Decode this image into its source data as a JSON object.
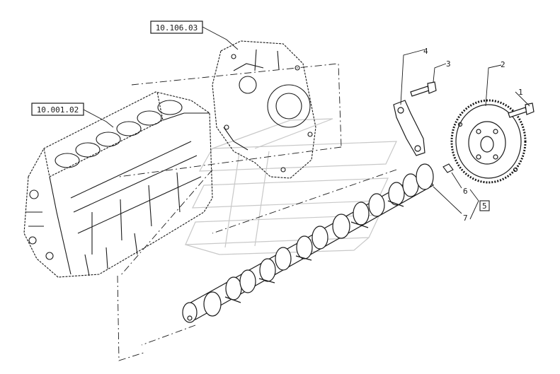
{
  "references": [
    {
      "id": "ref-10-106-03",
      "label": "10.106.03"
    },
    {
      "id": "ref-10-001-02",
      "label": "10.001.02"
    }
  ],
  "callouts": [
    {
      "id": "1",
      "label": "1"
    },
    {
      "id": "2",
      "label": "2"
    },
    {
      "id": "3",
      "label": "3"
    },
    {
      "id": "4",
      "label": "4"
    },
    {
      "id": "5",
      "label": "5"
    },
    {
      "id": "6",
      "label": "6"
    },
    {
      "id": "7",
      "label": "7"
    }
  ],
  "parts": [
    {
      "id": "camshaft-gear",
      "callout": "2"
    },
    {
      "id": "gear-bolt",
      "callout": "1"
    },
    {
      "id": "thrust-plate-bolt",
      "callout": "3"
    },
    {
      "id": "thrust-plate",
      "callout": "4"
    },
    {
      "id": "dowel-pin",
      "callout": "6"
    },
    {
      "id": "camshaft",
      "callout": "7"
    }
  ],
  "colors": {
    "line": "#1a1a1a",
    "watermark": "#c8c8c8",
    "background": "#ffffff"
  }
}
